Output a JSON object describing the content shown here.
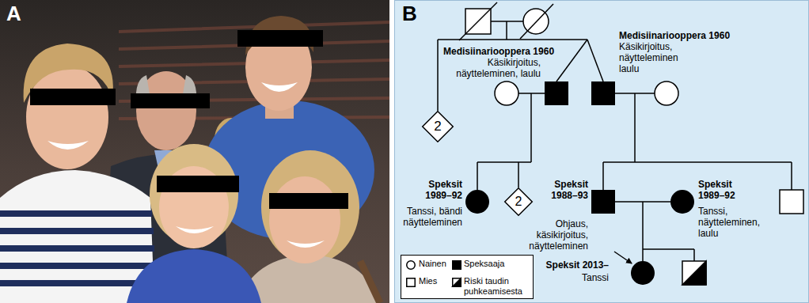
{
  "diagram": {
    "nodes": [
      {
        "text": [
          "Medisiinariooppera 1960",
          "Käsikirjoitus, näytteleminen, laulu"
        ]
      },
      {
        "text": [
          "Medisiinariooppera 1960",
          "Käsikirjoitus, näytteleminen laulu"
        ]
      },
      {
        "text": [
          "2"
        ]
      },
      {
        "text": [
          "Speksit 1989–92",
          "Tanssi, bändi näytteleminen"
        ]
      },
      {
        "text": [
          "2"
        ]
      },
      {
        "text": [
          "Speksit 1988–93",
          "Ohjaus, käsikirjoitus, näytteleminen"
        ]
      },
      {
        "text": [
          "Speksit 1989–92",
          "Tanssi, näytteleminen, laulu"
        ]
      },
      {
        "text": [
          "Speksit 2013–",
          "Tanssi"
        ]
      }
    ],
    "edges": [
      {
        "from": 5,
        "to": 6,
        "arrow": "none"
      }
    ],
    "labels": [
      "A",
      "B"
    ],
    "legend": [
      {
        "text": "Nainen"
      },
      {
        "text": "Mies"
      },
      {
        "text": "Speksaaja"
      },
      {
        "text": "Riski taudin puhkeamisesta"
      }
    ]
  }
}
